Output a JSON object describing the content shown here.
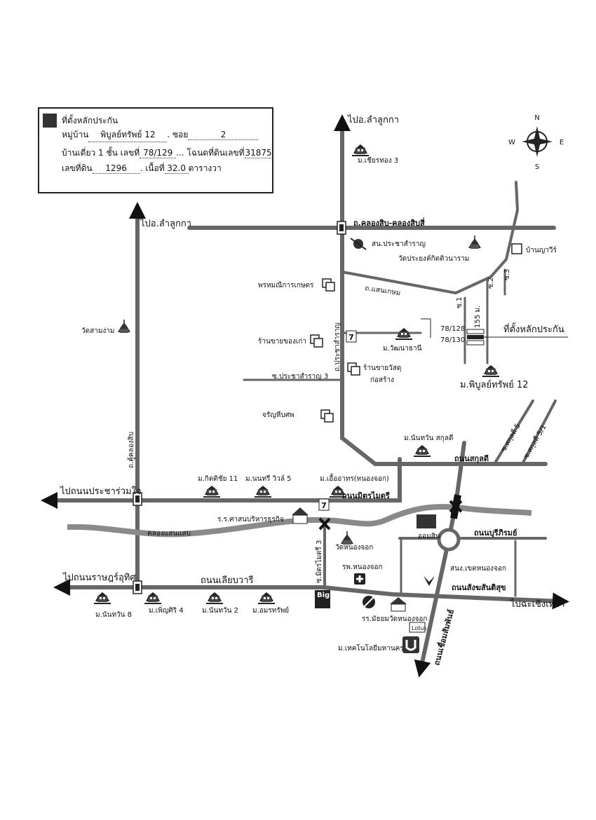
{
  "legend": {
    "title": "ที่ตั้งหลักประกัน",
    "village_label": "หมู่บ้าน",
    "village_value": "พิบูลย์ทรัพย์ 12",
    "soi_label": ". ซอย",
    "soi_value": "2",
    "house_label": "บ้านเดี่ยว 1 ชั้น เลขที่",
    "house_value": "78/129",
    "deed_label": "... โฉนดที่ดินเลขที่",
    "deed_value": "31875",
    "land_label": "เลขที่ดิน",
    "land_value": "1296",
    "area_label": ". เนื้อที่",
    "area_value": "32.0",
    "area_unit": "ตารางวา"
  },
  "compass": {
    "n": "N",
    "s": "S",
    "e": "E",
    "w": "W"
  },
  "labels": {
    "to_lamlukka_top": "ไปอ.ลำลูกกา",
    "to_lamlukka_left": "ไปอ.ลำลูกกา",
    "m_chianthong3": "ม.เชียรทอง 3",
    "road_khlong": "ถ.คลองสิบ-คลองสิบสี่",
    "son_pracha": "สน.ประชาสำราญ",
    "wat_prayong": "วัดประยงค์กิตติวนาราม",
    "ban_yanawee": "บ้านญาวีร์",
    "phromma": "พรหมณีการเกษตร",
    "road_saenkasem": "ถ.แสนเกษม",
    "wat_samngam": "วัดสามง่าม",
    "road_pracha_v": "ถ.ประชาสำราญ",
    "shop_old": "ร้านขายของเก่า",
    "m_watthana": "ม.วัฒนาธานี",
    "h_78128": "78/128",
    "h_78130": "78/130",
    "target": "ที่ตั้งหลักประกัน",
    "dist": "155 ม.",
    "soi1": "ซ.1",
    "soi2": "ซ.2",
    "soi3": "ซ.3",
    "soi_pracha3": "ซ.ประชาสำราญ 3",
    "shop_material": "ร้านขายวัสดุ",
    "shop_material2": "ก่อสร้าง",
    "m_pibul12": "ม.พิบูลย์ทรัพย์ 12",
    "coffin": "จรัญหีบศพ",
    "m_nanthawan_sakun": "ม.นันทวัน สกุลดี",
    "soi_sakun5": "ซ.สกุลดี 5",
    "soi_sakun51": "ซ.สกุลดี 5/1",
    "road_sakun": "ถนนสกุลดี",
    "road_khukhlongsib": "ถ.คู้คลองสิบ",
    "m_kittichai": "ม.กิตติชัย 11",
    "m_nonsri": "ม.นนทรี วิวล์ 5",
    "m_suea": "ม.เอื้ออาทร(หนองจอก)",
    "to_pracharuamjai": "ไปถนนประชาร่วมใจ",
    "road_mitmaitri": "ถนนมิตรไมตรี",
    "school_sasana": "ร.ร.ศาสนบริหารธุรกิจ",
    "khlong_saensaep": "คลองแสนแสบ",
    "wat_nongchok": "วัดหนองจอก",
    "oomsin": "ออมสิน",
    "road_buriram": "ถนนบุรีภิรมย์",
    "soi_mitmaitri3": "ซ.มิตรไมตรี 3",
    "hosp_nongchok": "รพ.หนองจอก",
    "district_office": "สนง.เขตหนองจอก",
    "to_ratsadon": "ไปถนนราษฎร์อุทิศ",
    "road_liapwari": "ถนนเลียบวารี",
    "road_sangkhom": "ถนนสังฆสันติสุข",
    "to_chachoengsao": "ไปฉะเชิงเทรา",
    "big_c": "Big",
    "school_mattayom": "รร.มัธยมวัดหนองจอก",
    "lotus": "Lotus",
    "m_nanthawan8": "ม.นันทวัน 8",
    "m_phunsiri4": "ม.เพิ่ญศิริ 4",
    "m_nanthawan2": "ม.นันทวัน 2",
    "m_amonsap": "ม.อมรทรัพย์",
    "road_chuamsamphan": "ถนนเชื่อมสัมพันธ์",
    "m_technology": "ม.เทคโนโลยีมหานคร",
    "seven_eleven": "7"
  }
}
